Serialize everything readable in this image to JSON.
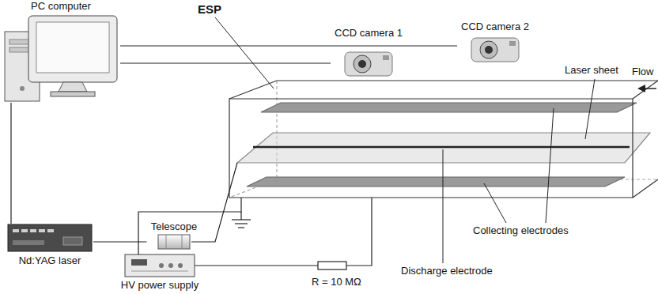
{
  "diagram": {
    "nodes": [
      {
        "text": [
          "PC computer"
        ]
      },
      {
        "text": [
          "CCD camera 1"
        ]
      },
      {
        "text": [
          "CCD camera 2"
        ]
      },
      {
        "text": [
          "Nd:YAG laser"
        ]
      },
      {
        "text": [
          "Telescope"
        ]
      },
      {
        "text": [
          "HV power supply"
        ]
      }
    ],
    "edges": [
      {
        "from": 0,
        "to": 3,
        "arrow": "none"
      },
      {
        "from": 0,
        "to": 1,
        "arrow": "none"
      },
      {
        "from": 0,
        "to": 2,
        "arrow": "none"
      },
      {
        "from": 3,
        "to": 4,
        "arrow": "none"
      }
    ],
    "labels": [
      "ESP",
      "Laser sheet",
      "Flow",
      "Collecting electrodes",
      "Discharge electrode",
      "R = 10 MΩ"
    ]
  }
}
